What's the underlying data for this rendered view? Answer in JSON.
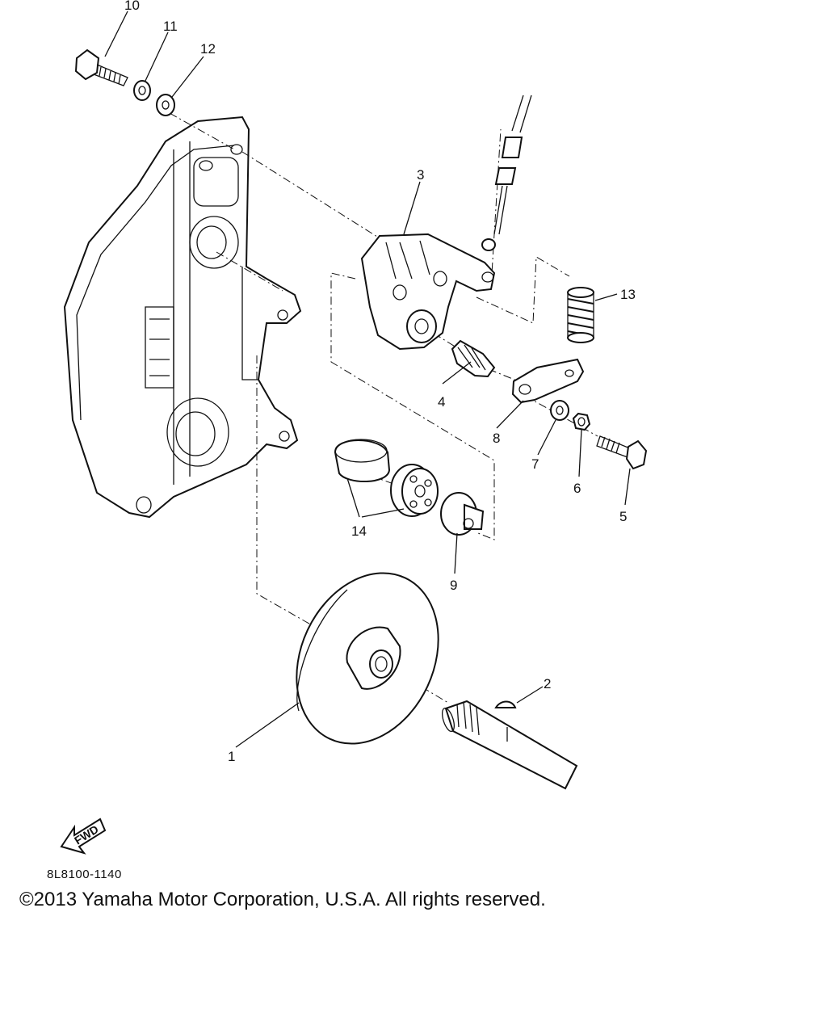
{
  "diagram": {
    "part_numbers": [
      "1",
      "2",
      "3",
      "4",
      "5",
      "6",
      "7",
      "8",
      "9",
      "10",
      "11",
      "12",
      "13",
      "14"
    ],
    "fwd_label": "FWD"
  },
  "footer": {
    "diagram_code": "8L8100-1140",
    "copyright": "©2013 Yamaha Motor Corporation, U.S.A. All rights reserved."
  }
}
